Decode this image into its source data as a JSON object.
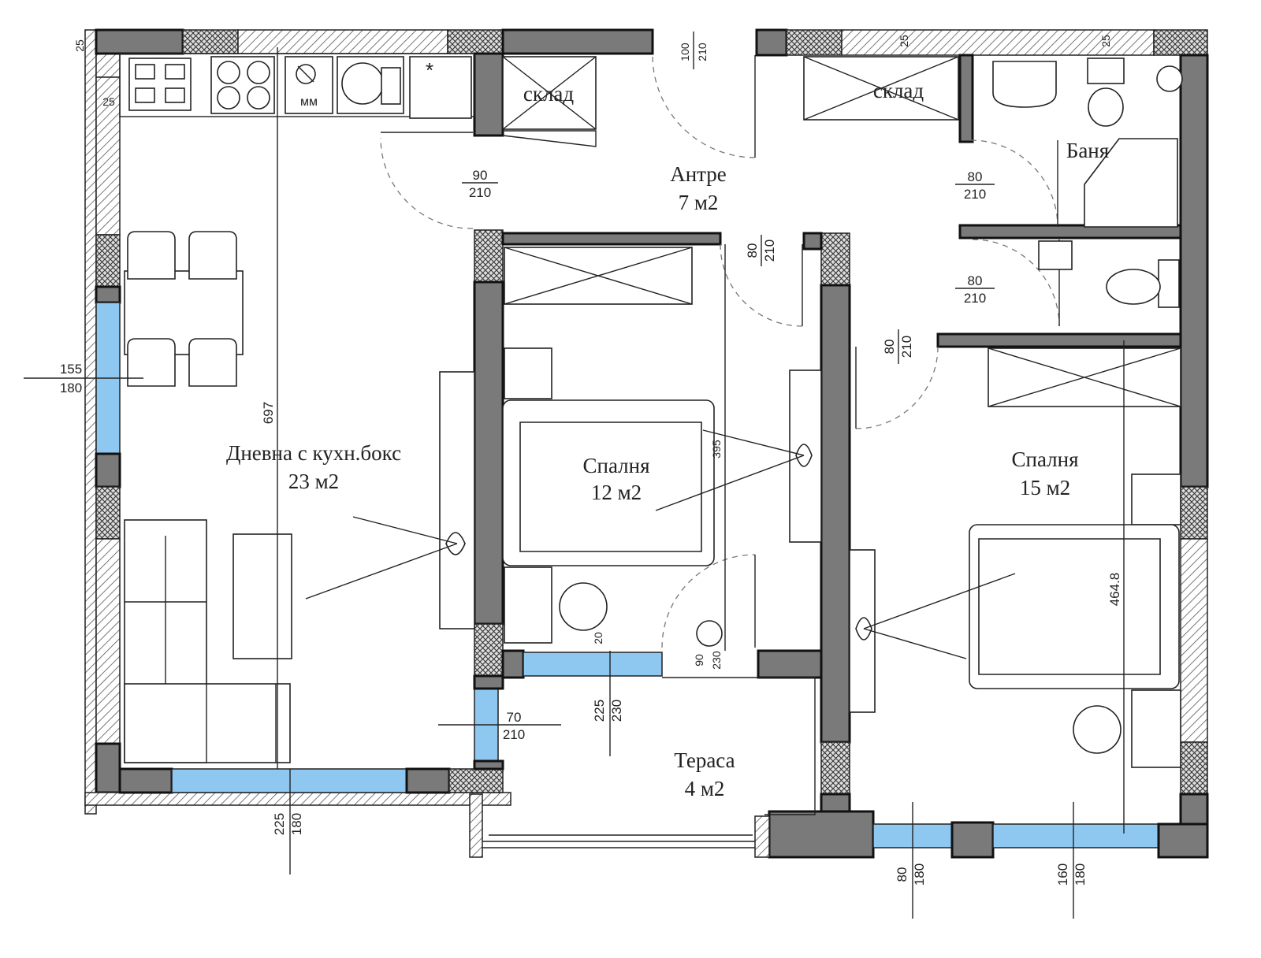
{
  "rooms": {
    "living": {
      "name": "Дневна с кухн.бокс",
      "area": "23 м2"
    },
    "hall": {
      "name": "Антре",
      "area": "7 м2"
    },
    "bedroom1": {
      "name": "Спалня",
      "area": "12 м2"
    },
    "bedroom2": {
      "name": "Спалня",
      "area": "15 м2"
    },
    "bath": {
      "name": "Баня"
    },
    "terrace": {
      "name": "Тераса",
      "area": "4 м2"
    },
    "storage1": {
      "name": "склад"
    },
    "storage2": {
      "name": "склад"
    }
  },
  "labels": {
    "dishwasher": "мм"
  },
  "doors": {
    "entrance": {
      "w": "100",
      "h": "210"
    },
    "kitchen": {
      "w": "90",
      "h": "210"
    },
    "bath": {
      "w": "80",
      "h": "210"
    },
    "wc": {
      "w": "80",
      "h": "210"
    },
    "bedroom1": {
      "w": "80",
      "h": "210"
    },
    "bedroom2": {
      "w": "80",
      "h": "210"
    },
    "terrace_b1": {
      "w": "90",
      "h": "230"
    },
    "terrace_side": {
      "w": "70",
      "h": "210"
    }
  },
  "windows": {
    "living_left": {
      "a": "155",
      "b": "180"
    },
    "living_bottom": {
      "a": "225",
      "b": "180"
    },
    "terrace_mid": {
      "a": "225",
      "b": "230"
    },
    "bed2_left": {
      "a": "80",
      "b": "180"
    },
    "bed2_right": {
      "a": "160",
      "b": "180"
    }
  },
  "dimensions": {
    "living_depth": "697",
    "bed1_depth": "395",
    "bed2_depth": "464.8",
    "wall_25_a": "25",
    "wall_25_b": "25",
    "wall_25_c": "25",
    "wall_25_d": "25",
    "sill_20": "20"
  },
  "colors": {
    "wall": "#7a7a7a",
    "glass": "#8ec8f0",
    "line": "#222222"
  }
}
